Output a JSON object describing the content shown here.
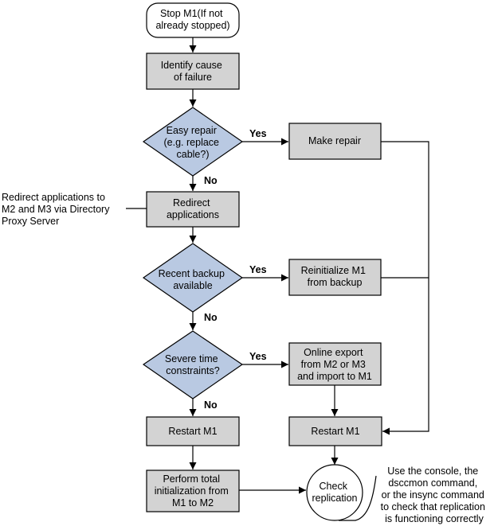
{
  "nodes": {
    "stop_m1": [
      "Stop M1(If not",
      "already stopped)"
    ],
    "identify_cause": [
      "Identify cause",
      "of failure"
    ],
    "easy_repair": [
      "Easy repair",
      "(e.g. replace",
      "cable?)"
    ],
    "make_repair": [
      "Make repair"
    ],
    "redirect_apps": [
      "Redirect",
      "applications"
    ],
    "recent_backup": [
      "Recent backup",
      "available"
    ],
    "reinit_m1": [
      "Reinitialize M1",
      "from backup"
    ],
    "time_constraints": [
      "Severe time",
      "constraints?"
    ],
    "online_export": [
      "Online export",
      "from M2 or M3",
      "and import to M1"
    ],
    "restart_left": [
      "Restart M1"
    ],
    "restart_right": [
      "Restart M1"
    ],
    "total_init": [
      "Perform total",
      "initialization from",
      "M1 to M2"
    ],
    "check_replication": [
      "Check",
      "replication"
    ]
  },
  "edge_labels": {
    "easy_yes": "Yes",
    "easy_no": "No",
    "backup_yes": "Yes",
    "backup_no": "No",
    "time_yes": "Yes",
    "time_no": "No"
  },
  "notes": {
    "redirect_note": [
      "Redirect applications to",
      "M2 and M3 via Directory",
      "Proxy Server"
    ],
    "check_note": [
      "Use the console, the",
      "dsccmon command,",
      "or the insync command",
      "to check that replication",
      "is functioning correctly"
    ]
  },
  "colors": {
    "process_fill": "#d3d3d3",
    "decision_fill": "#b9c9e2",
    "terminal_fill": "#ffffff",
    "line": "#000000"
  }
}
